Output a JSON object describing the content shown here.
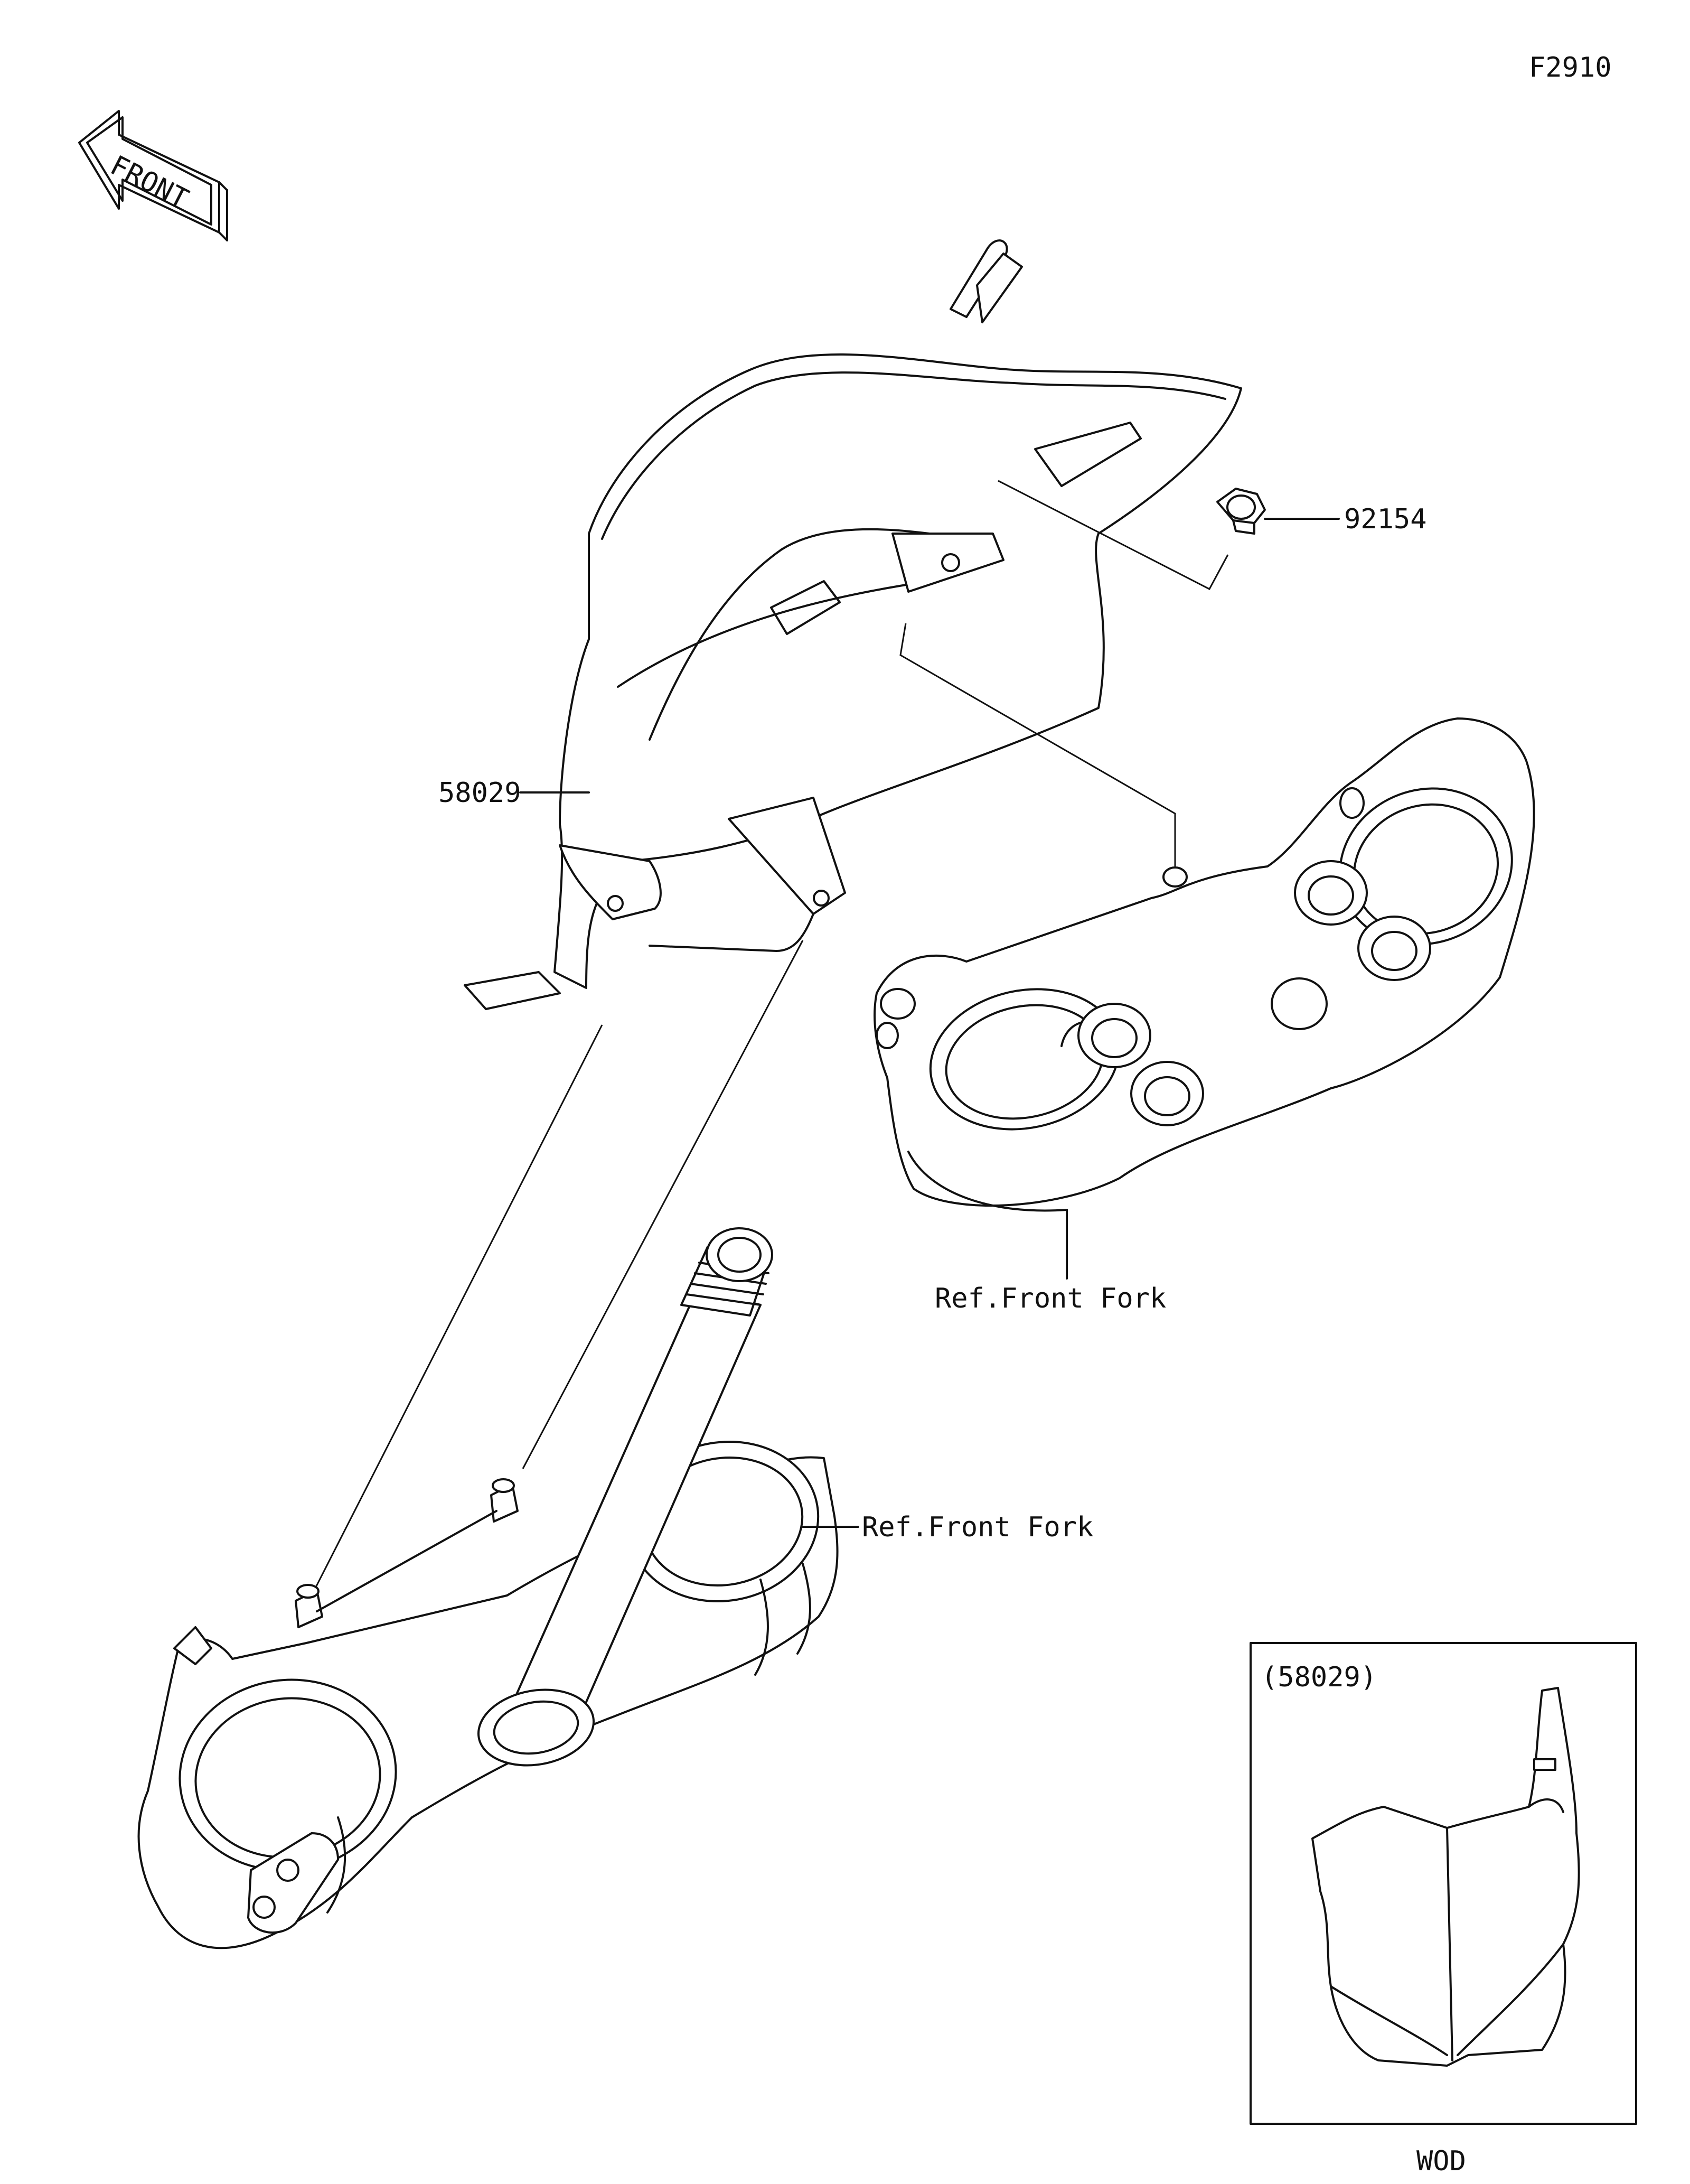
{
  "figure_code": "F2910",
  "front_arrow_text": "FRONT",
  "callouts": {
    "part_58029": "58029",
    "part_92154": "92154",
    "ref_front_fork_upper": "Ref.Front Fork",
    "ref_front_fork_lower": "Ref.Front Fork"
  },
  "inset": {
    "part_label": "(58029)",
    "caption": "WOD"
  }
}
